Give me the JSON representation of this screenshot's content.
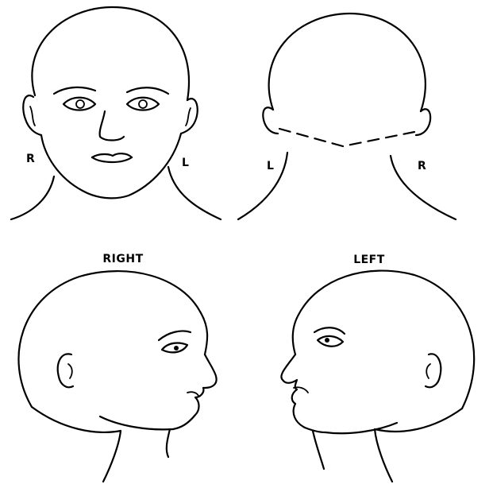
{
  "views": {
    "front": {
      "side_right": "R",
      "side_left": "L"
    },
    "back": {
      "side_left": "L",
      "side_right": "R"
    },
    "right_profile": {
      "title": "RIGHT"
    },
    "left_profile": {
      "title": "LEFT"
    }
  },
  "colors": {
    "line": "#000000",
    "background": "#ffffff"
  }
}
